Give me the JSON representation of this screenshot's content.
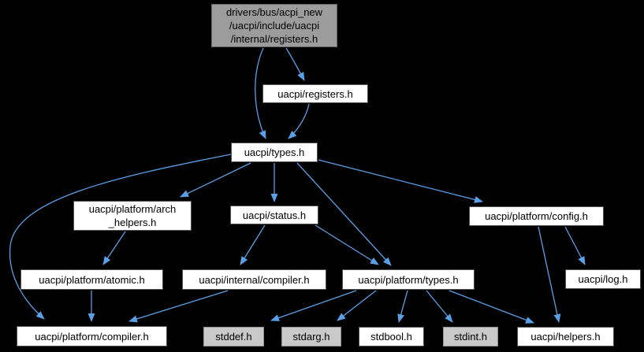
{
  "diagram": {
    "kind": "include-dependency-graph",
    "root_file": "drivers/bus/acpi_new/uacpi/include/uacpi/internal/registers.h"
  },
  "colors": {
    "background": "#000000",
    "edge": "#5aa0e8",
    "node_fill": "#ffffff",
    "node_border": "#4d4d4d",
    "current_fill": "#9c9c9c",
    "current_border": "#666666",
    "external_fill": "#c9c9c9",
    "external_border": "#919191",
    "text": "#000000"
  },
  "nodes": [
    {
      "id": "root",
      "label": "drivers/bus/acpi_new\n/uacpi/include/uacpi\n/internal/registers.h",
      "style": "current"
    },
    {
      "id": "registers",
      "label": "uacpi/registers.h",
      "style": "normal"
    },
    {
      "id": "types",
      "label": "uacpi/types.h",
      "style": "normal"
    },
    {
      "id": "arch",
      "label": "uacpi/platform/arch\n_helpers.h",
      "style": "normal"
    },
    {
      "id": "status",
      "label": "uacpi/status.h",
      "style": "normal"
    },
    {
      "id": "config",
      "label": "uacpi/platform/config.h",
      "style": "normal"
    },
    {
      "id": "atomic",
      "label": "uacpi/platform/atomic.h",
      "style": "normal"
    },
    {
      "id": "icompiler",
      "label": "uacpi/internal/compiler.h",
      "style": "normal"
    },
    {
      "id": "ptypes",
      "label": "uacpi/platform/types.h",
      "style": "normal"
    },
    {
      "id": "log",
      "label": "uacpi/log.h",
      "style": "normal"
    },
    {
      "id": "pcompiler",
      "label": "uacpi/platform/compiler.h",
      "style": "normal"
    },
    {
      "id": "stddef",
      "label": "stddef.h",
      "style": "external"
    },
    {
      "id": "stdarg",
      "label": "stdarg.h",
      "style": "external"
    },
    {
      "id": "stdbool",
      "label": "stdbool.h",
      "style": "normal"
    },
    {
      "id": "stdint",
      "label": "stdint.h",
      "style": "external"
    },
    {
      "id": "helpers",
      "label": "uacpi/helpers.h",
      "style": "normal"
    }
  ],
  "edges": [
    {
      "from": "root",
      "to": "registers"
    },
    {
      "from": "root",
      "to": "types"
    },
    {
      "from": "registers",
      "to": "types"
    },
    {
      "from": "types",
      "to": "arch"
    },
    {
      "from": "types",
      "to": "status"
    },
    {
      "from": "types",
      "to": "config"
    },
    {
      "from": "types",
      "to": "ptypes"
    },
    {
      "from": "types",
      "to": "pcompiler"
    },
    {
      "from": "status",
      "to": "icompiler"
    },
    {
      "from": "status",
      "to": "ptypes"
    },
    {
      "from": "arch",
      "to": "atomic"
    },
    {
      "from": "atomic",
      "to": "pcompiler"
    },
    {
      "from": "icompiler",
      "to": "pcompiler"
    },
    {
      "from": "config",
      "to": "log"
    },
    {
      "from": "config",
      "to": "helpers"
    },
    {
      "from": "ptypes",
      "to": "stddef"
    },
    {
      "from": "ptypes",
      "to": "stdarg"
    },
    {
      "from": "ptypes",
      "to": "stdbool"
    },
    {
      "from": "ptypes",
      "to": "stdint"
    },
    {
      "from": "ptypes",
      "to": "helpers"
    }
  ]
}
